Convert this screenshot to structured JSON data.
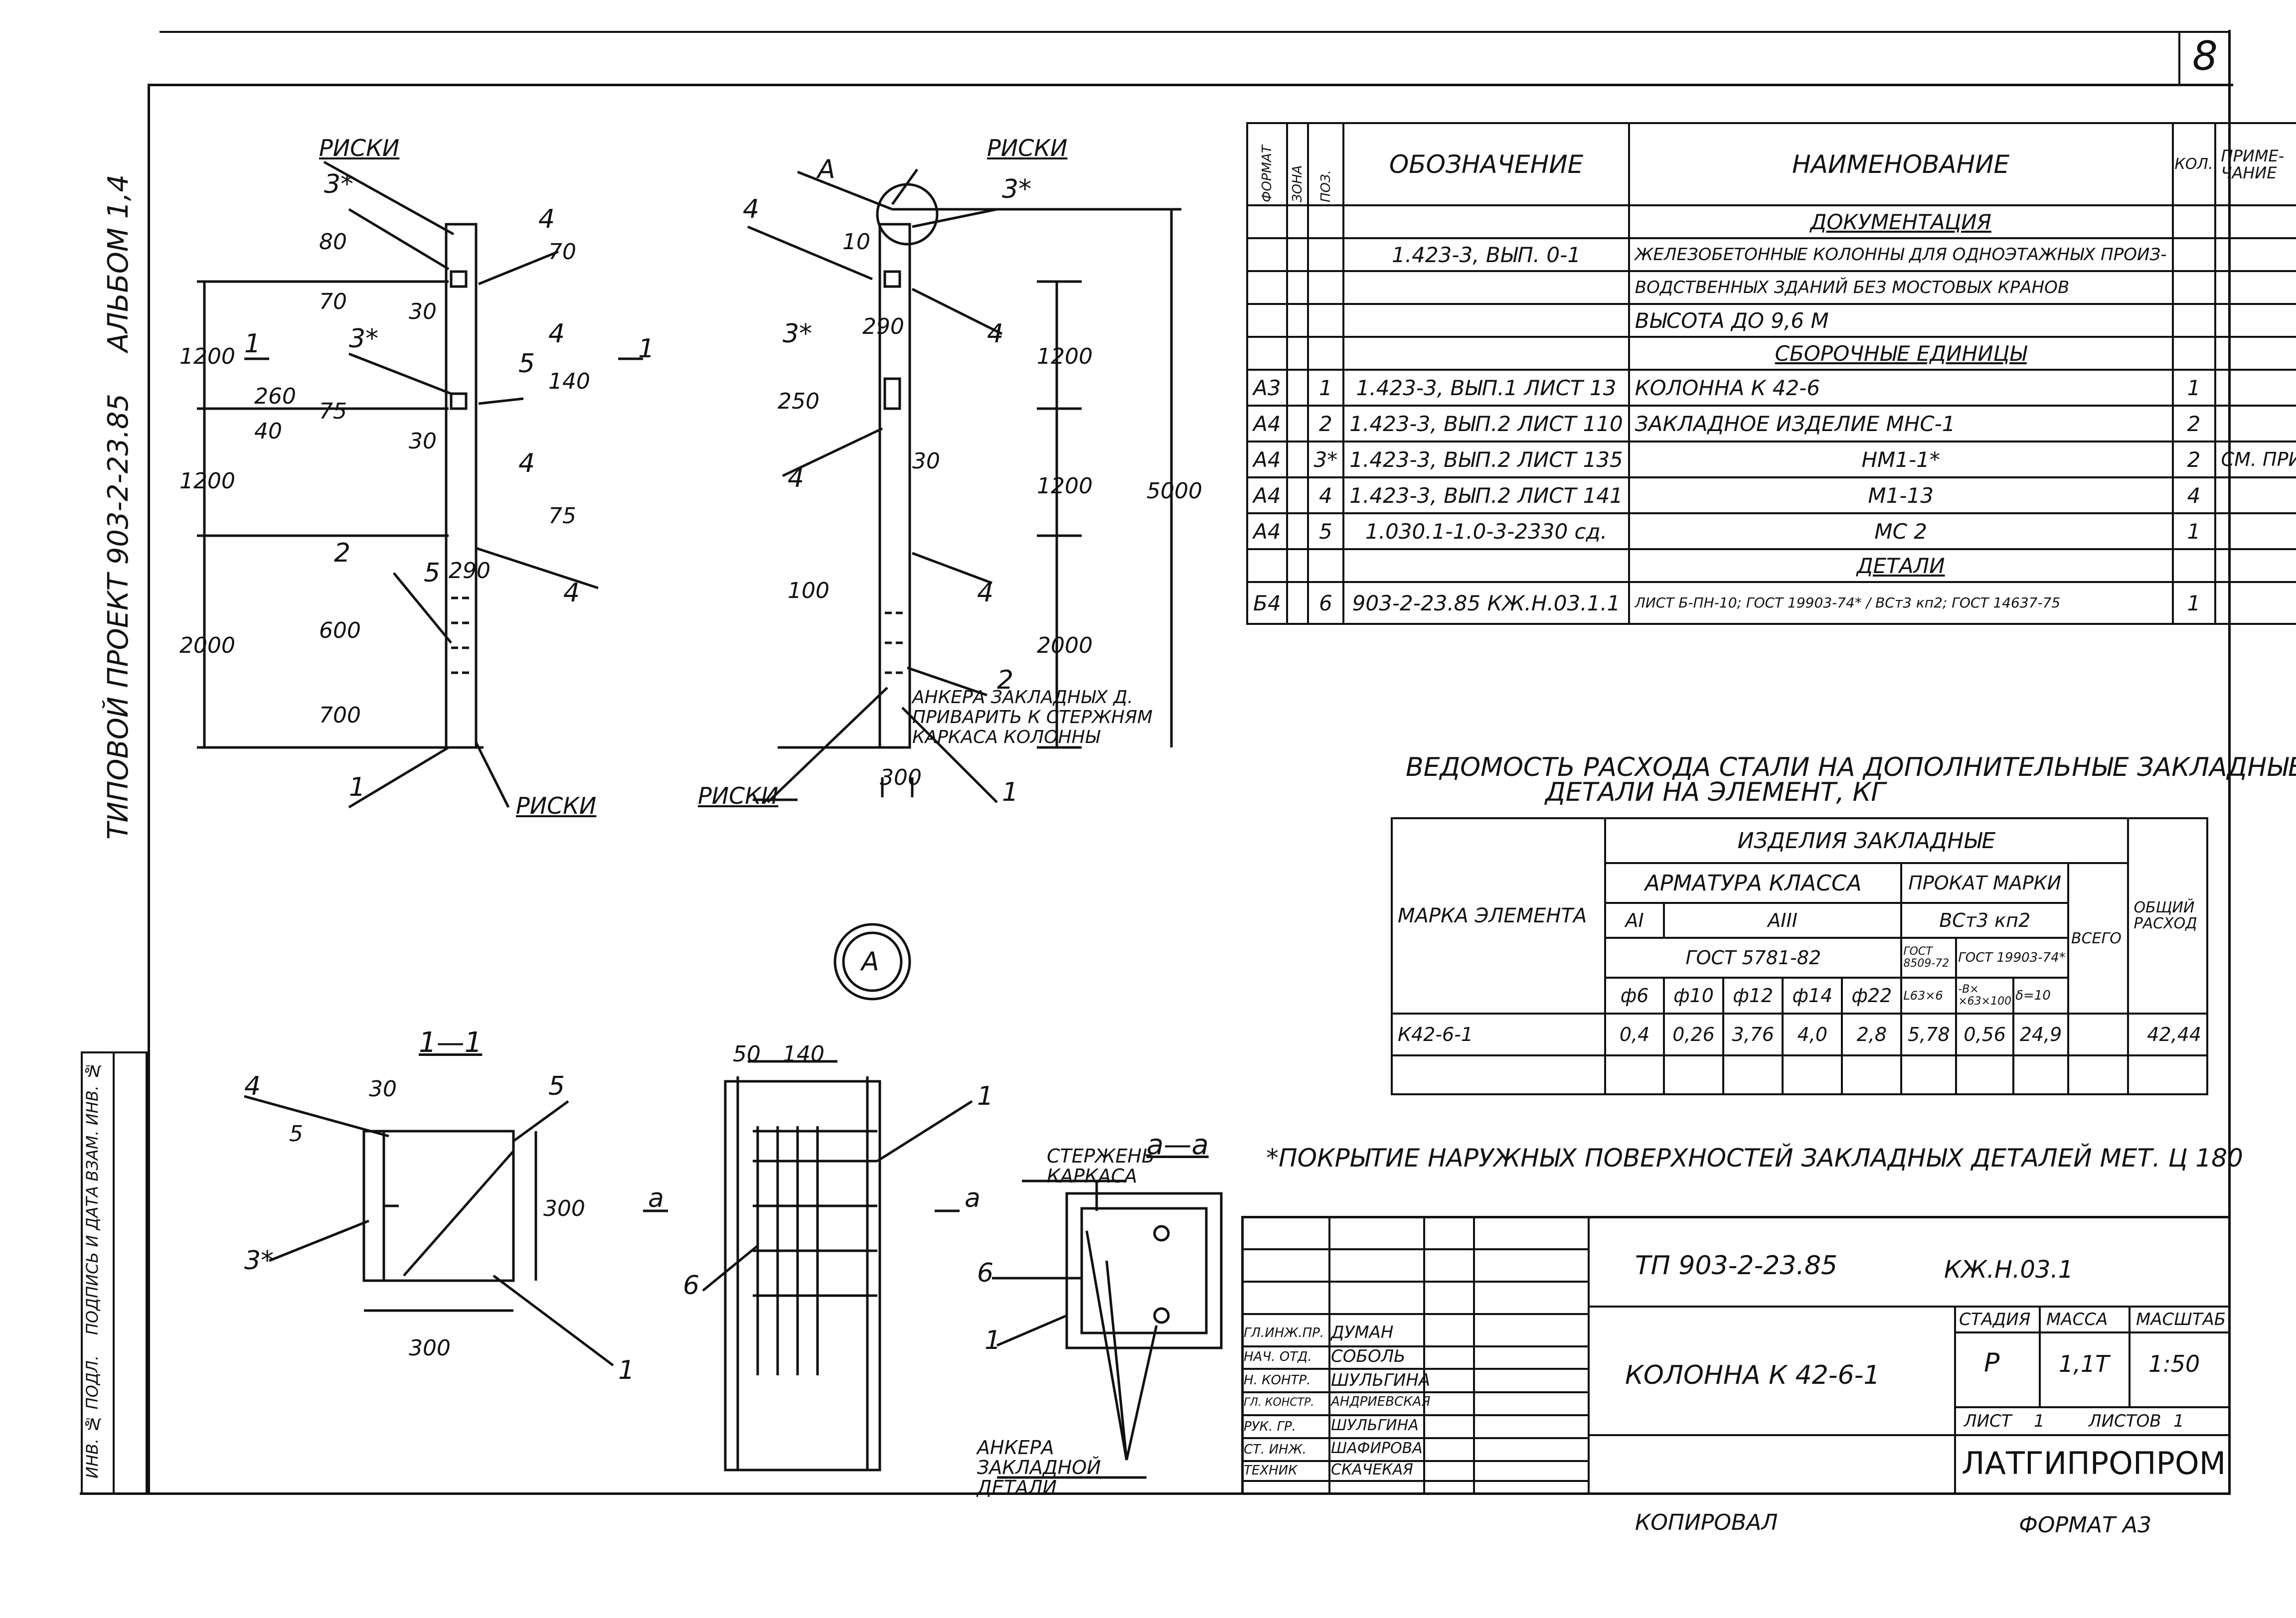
{
  "sheet": {
    "number": "8",
    "side_album": "АЛЬБОМ 1,4",
    "side_project": "ТИПОВОЙ ПРОЕКТ 903-2-23.85",
    "copied": "КОПИРОВАЛ",
    "format": "ФОРМАТ А3"
  },
  "left_strip": [
    "ИНВ. № ПОДЛ.",
    "ПОДПИСЬ И ДАТА",
    "ВЗАМ. ИНВ. №"
  ],
  "spec_table": {
    "headers": [
      "ФОРМАТ",
      "ЗОНА",
      "ПОЗ.",
      "ОБОЗНАЧЕНИЕ",
      "НАИМЕНОВАНИЕ",
      "КОЛ.",
      "ПРИМЕ-ЧАНИЕ"
    ],
    "rows": [
      {
        "fmt": "",
        "zone": "",
        "pos": "",
        "des": "",
        "name": "ДОКУМЕНТАЦИЯ",
        "qty": "",
        "note": ""
      },
      {
        "fmt": "",
        "zone": "",
        "pos": "",
        "des": "1.423-3, ВЫП. 0-1",
        "name": "ЖЕЛЕЗОБЕТОННЫЕ КОЛОННЫ ДЛЯ ОДНОЭТАЖНЫХ ПРОИЗ-",
        "qty": "",
        "note": ""
      },
      {
        "fmt": "",
        "zone": "",
        "pos": "",
        "des": "",
        "name": "ВОДСТВЕННЫХ ЗДАНИЙ БЕЗ МОСТОВЫХ КРАНОВ",
        "qty": "",
        "note": ""
      },
      {
        "fmt": "",
        "zone": "",
        "pos": "",
        "des": "",
        "name": "ВЫСОТА ДО 9,6 М",
        "qty": "",
        "note": ""
      },
      {
        "fmt": "",
        "zone": "",
        "pos": "",
        "des": "",
        "name": "СБОРОЧНЫЕ ЕДИНИЦЫ",
        "qty": "",
        "note": ""
      },
      {
        "fmt": "А3",
        "zone": "",
        "pos": "1",
        "des": "1.423-3, ВЫП.1 ЛИСТ 13",
        "name": "КОЛОННА К 42-6",
        "qty": "1",
        "note": ""
      },
      {
        "fmt": "А4",
        "zone": "",
        "pos": "2",
        "des": "1.423-3, ВЫП.2 ЛИСТ 110",
        "name": "ЗАКЛАДНОЕ ИЗДЕЛИЕ МНС-1",
        "qty": "2",
        "note": ""
      },
      {
        "fmt": "А4",
        "zone": "",
        "pos": "3*",
        "des": "1.423-3, ВЫП.2 ЛИСТ 135",
        "name": "НМ1-1*",
        "qty": "2",
        "note": "СМ. ПРИМ."
      },
      {
        "fmt": "А4",
        "zone": "",
        "pos": "4",
        "des": "1.423-3, ВЫП.2 ЛИСТ 141",
        "name": "М1-13",
        "qty": "4",
        "note": ""
      },
      {
        "fmt": "А4",
        "zone": "",
        "pos": "5",
        "des": "1.030.1-1.0-3-2330 сд.",
        "name": "МС 2",
        "qty": "1",
        "note": ""
      },
      {
        "fmt": "",
        "zone": "",
        "pos": "",
        "des": "",
        "name": "ДЕТАЛИ",
        "qty": "",
        "note": ""
      },
      {
        "fmt": "Б4",
        "zone": "",
        "pos": "6",
        "des": "903-2-23.85 КЖ.Н.03.1.1",
        "name": "ЛИСТ Б-ПН-10; ГОСТ 19903-74* / ВСт3 кп2; ГОСТ 14637-75",
        "qty": "1",
        "note": ""
      }
    ]
  },
  "steel_table": {
    "title1": "ВЕДОМОСТЬ РАСХОДА СТАЛИ НА ДОПОЛНИТЕЛЬНЫЕ ЗАКЛАДНЫЕ",
    "title2": "ДЕТАЛИ НА ЭЛЕМЕНТ, КГ",
    "h_items": "ИЗДЕЛИЯ ЗАКЛАДНЫЕ",
    "h_armature": "АРМАТУРА КЛАССА",
    "h_rolled": "ПРОКАТ МАРКИ",
    "h_mark": "МАРКА ЭЛЕМЕНТА",
    "h_ai": "АI",
    "h_aiii": "АIII",
    "h_vst": "ВСт3 кп2",
    "h_total": "ВСЕГО",
    "h_overall": "ОБЩИЙ РАСХОД",
    "h_gost_a": "ГОСТ 5781-82",
    "h_gost_b": "ГОСТ 8509-72",
    "h_gost_c": "ГОСТ 19903-74*",
    "cols": [
      "ф6",
      "ф10",
      "ф12",
      "ф14",
      "ф22",
      "L63×6",
      "-В× ×63×100",
      "δ=10"
    ],
    "row": {
      "mark": "К42-6-1",
      "vals": [
        "0,4",
        "0,26",
        "3,76",
        "4,0",
        "2,8",
        "5,78",
        "0,56",
        "24,9"
      ],
      "total": "",
      "overall": "42,44"
    }
  },
  "note": "*ПОКРЫТИЕ НАРУЖНЫХ ПОВЕРХНОСТЕЙ ЗАКЛАДНЫХ ДЕТАЛЕЙ МЕТ. Ц 180",
  "stamp": {
    "code": "ТП 903-2-23.85",
    "doc": "КЖ.Н.03.1",
    "title": "КОЛОННА К 42-6-1",
    "stage_h": "СТАДИЯ",
    "mass_h": "МАССА",
    "scale_h": "МАСШТАБ",
    "stage": "Р",
    "mass": "1,1Т",
    "scale": "1:50",
    "sheet_h": "ЛИСТ",
    "sheets_h": "ЛИСТОВ",
    "sheet_val": "1",
    "sheets_val": "1",
    "org": "ЛАТГИПРОПРОМ",
    "people": [
      {
        "role": "ГЛ.ИНЖ.ПР.",
        "name": "ДУМАН"
      },
      {
        "role": "НАЧ. ОТД.",
        "name": "СОБОЛЬ"
      },
      {
        "role": "Н. КОНТР.",
        "name": "ШУЛЬГИНА"
      },
      {
        "role": "ГЛ. КОНСТР.",
        "name": "АНДРИЕВСКАЯ"
      },
      {
        "role": "РУК. ГР.",
        "name": "ШУЛЬГИНА"
      },
      {
        "role": "СТ. ИНЖ.",
        "name": "ШАФИРОВА"
      },
      {
        "role": "ТЕХНИК",
        "name": "СКАЧЕКАЯ"
      }
    ]
  },
  "drawing_labels": {
    "risks": "РИСКИ",
    "section_1": "1—1",
    "section_a": "а—а",
    "view_a": "А",
    "anchors_note": "АНКЕРА ЗАКЛАДНЫХ Д. ПРИВАРИТЬ К СТЕРЖНЯМ КАРКАСА КОЛОННЫ",
    "frame_rod": "СТЕРЖЕНЬ КАРКАСА",
    "anchors_detail": "АНКЕРА ЗАКЛАДНОЙ ДЕТАЛИ",
    "pos1": "1",
    "pos2": "2",
    "pos3": "3*",
    "pos4": "4",
    "pos5": "5",
    "pos6": "6",
    "mark_a": "а",
    "mark_1": "1",
    "d1200": "1200",
    "d2000": "2000",
    "d5000": "5000",
    "d70": "70",
    "d30": "30",
    "d80": "80",
    "d40": "40",
    "d260": "260",
    "d75": "75",
    "d140": "140",
    "d290": "290",
    "d600": "600",
    "d700": "700",
    "d100": "100",
    "d300": "300",
    "d50": "50",
    "d5": "5",
    "d10": "10",
    "d250": "250"
  }
}
